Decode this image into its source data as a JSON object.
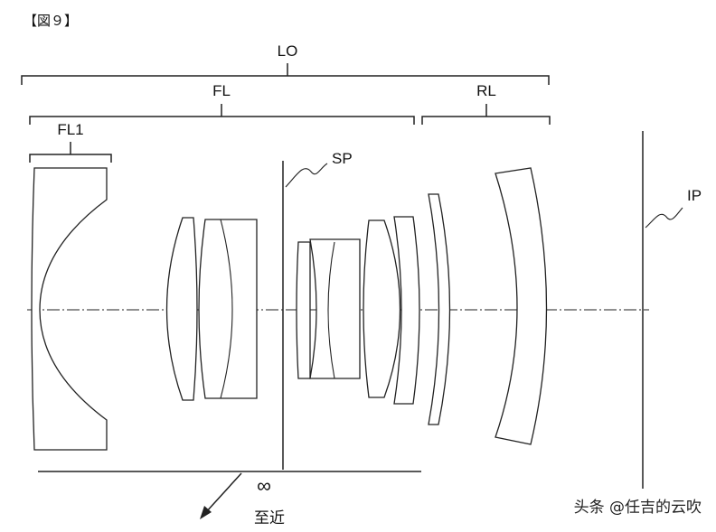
{
  "figure_label": "【図９】",
  "groups": {
    "lo": "LO",
    "fl": "FL",
    "rl": "RL",
    "fl1": "FL1"
  },
  "markers": {
    "sp": "SP",
    "ip": "IP"
  },
  "focus": {
    "infinity": "∞",
    "near": "至近"
  },
  "watermark": "头条 @任吉的云吹"
}
